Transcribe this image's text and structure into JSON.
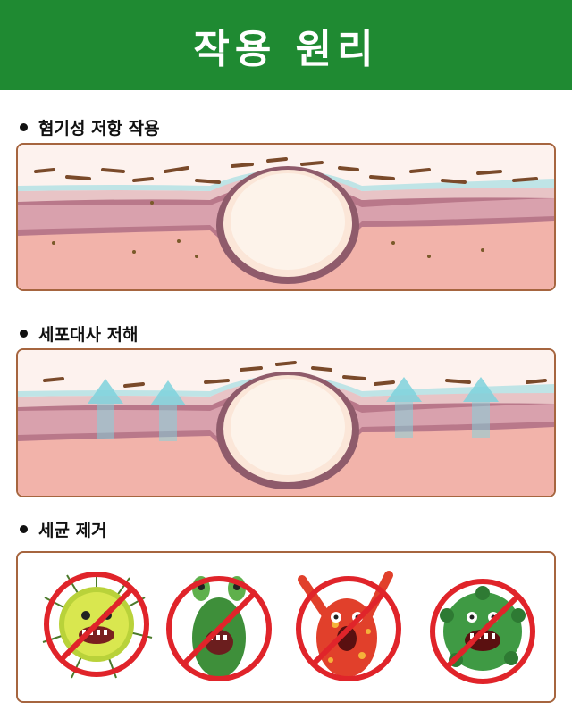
{
  "header": {
    "title": "작용 원리"
  },
  "sections": [
    {
      "label": "혐기성 저항 작용"
    },
    {
      "label": "세포대사 저해"
    },
    {
      "label": "세균 제거"
    }
  ]
}
